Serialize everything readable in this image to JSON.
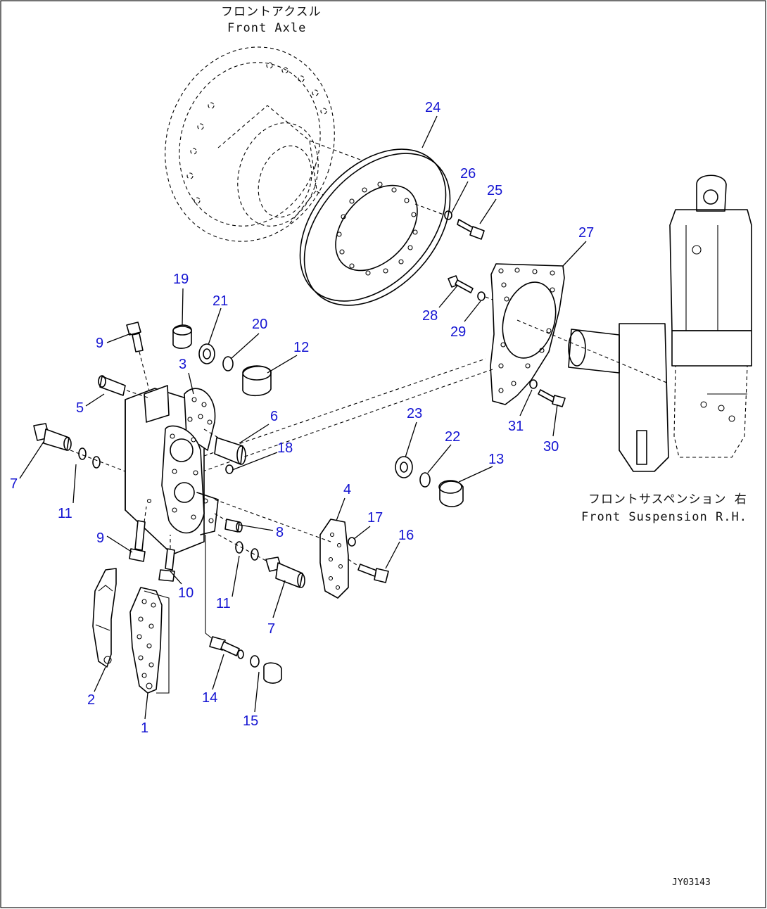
{
  "captions": {
    "front_axle_jp": "フロントアクスル",
    "front_axle_en": "Front Axle",
    "front_suspension_jp": "フロントサスペンション 右",
    "front_suspension_en": "Front Suspension R.H."
  },
  "drawing_id": "JY03143",
  "part_numbers": [
    "1",
    "2",
    "3",
    "4",
    "5",
    "6",
    "7",
    "7",
    "8",
    "9",
    "9",
    "10",
    "11",
    "11",
    "12",
    "13",
    "14",
    "15",
    "16",
    "17",
    "18",
    "19",
    "20",
    "21",
    "22",
    "23",
    "24",
    "25",
    "26",
    "27",
    "28",
    "29",
    "30",
    "31"
  ],
  "label_color": "#1414d2"
}
